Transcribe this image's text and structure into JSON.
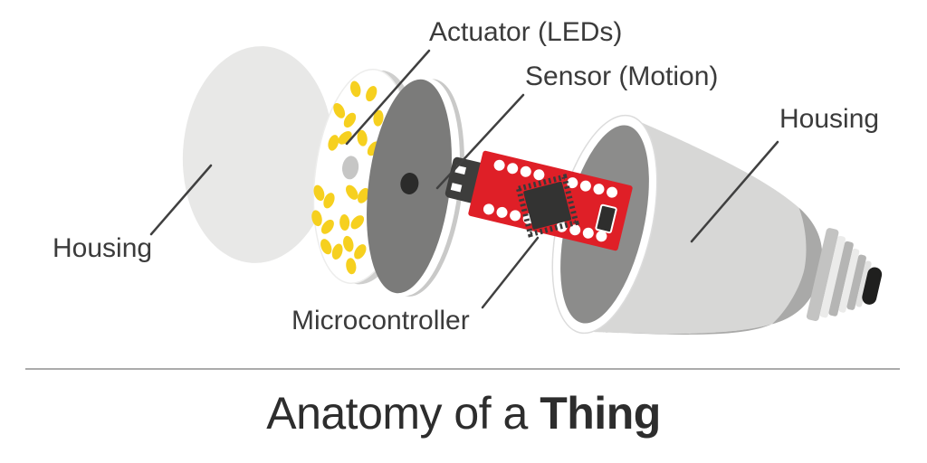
{
  "diagram": {
    "title": {
      "regular": "Anatomy of a ",
      "bold": "Thing"
    },
    "labels": {
      "actuator": "Actuator (LEDs)",
      "sensor": "Sensor (Motion)",
      "housing_left": "Housing",
      "housing_right": "Housing",
      "microcontroller": "Microcontroller"
    },
    "colors": {
      "board_red": "#df1f27",
      "led_yellow": "#f6d01f",
      "housing_gray": "#d7d7d6",
      "dome_gray": "#e8e8e7",
      "sensor_disc_gray": "#7b7b7a",
      "label_text": "#3b3b3b"
    },
    "led_dots": [
      [
        -19,
        -95,
        -20
      ],
      [
        -1,
        -92,
        15
      ],
      [
        -34,
        -69,
        -35
      ],
      [
        -21,
        -60,
        25
      ],
      [
        10,
        -66,
        0
      ],
      [
        -5,
        -42,
        -15
      ],
      [
        9,
        -32,
        30
      ],
      [
        16,
        -21,
        -30
      ],
      [
        -36,
        -33,
        10
      ],
      [
        -24,
        -40,
        40
      ],
      [
        -45,
        24,
        -25
      ],
      [
        -33,
        31,
        15
      ],
      [
        -9,
        19,
        -40
      ],
      [
        4,
        21,
        20
      ],
      [
        14,
        22,
        0
      ],
      [
        -44,
        52,
        -20
      ],
      [
        -31,
        60,
        30
      ],
      [
        -13,
        53,
        -10
      ],
      [
        1,
        51,
        35
      ],
      [
        -30,
        82,
        -30
      ],
      [
        -17,
        86,
        10
      ],
      [
        -6,
        76,
        -20
      ],
      [
        8,
        83,
        25
      ],
      [
        0,
        100,
        -15
      ]
    ]
  }
}
